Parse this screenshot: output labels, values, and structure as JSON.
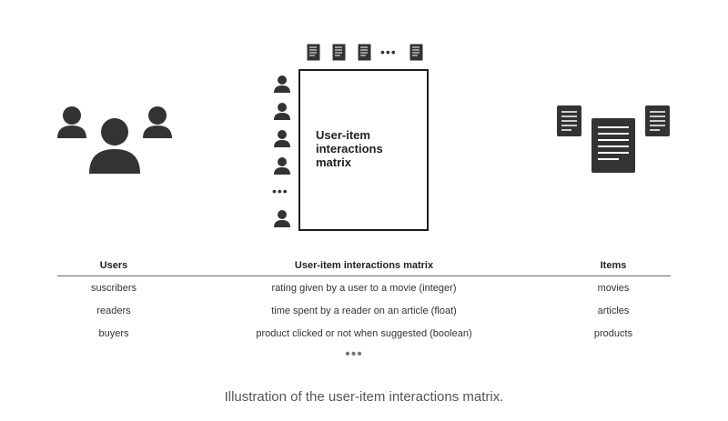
{
  "diagram": {
    "matrix_label": "User-item interactions matrix",
    "row_ellipsis": "•••",
    "col_ellipsis": "•••"
  },
  "table": {
    "headers": {
      "users": "Users",
      "matrix": "User-item interactions matrix",
      "items": "Items"
    },
    "rows": [
      {
        "users": "suscribers",
        "matrix": "rating given by a user to a movie (integer)",
        "items": "movies"
      },
      {
        "users": "readers",
        "matrix": "time spent by a reader on an article (float)",
        "items": "articles"
      },
      {
        "users": "buyers",
        "matrix": "product clicked or not when suggested (boolean)",
        "items": "products"
      }
    ],
    "ellipsis": "•••"
  },
  "caption": "Illustration of the user-item interactions matrix.",
  "colors": {
    "icon": "#333333",
    "text": "#222222",
    "caption": "#555555"
  },
  "icons": [
    "user-icon",
    "document-icon"
  ]
}
